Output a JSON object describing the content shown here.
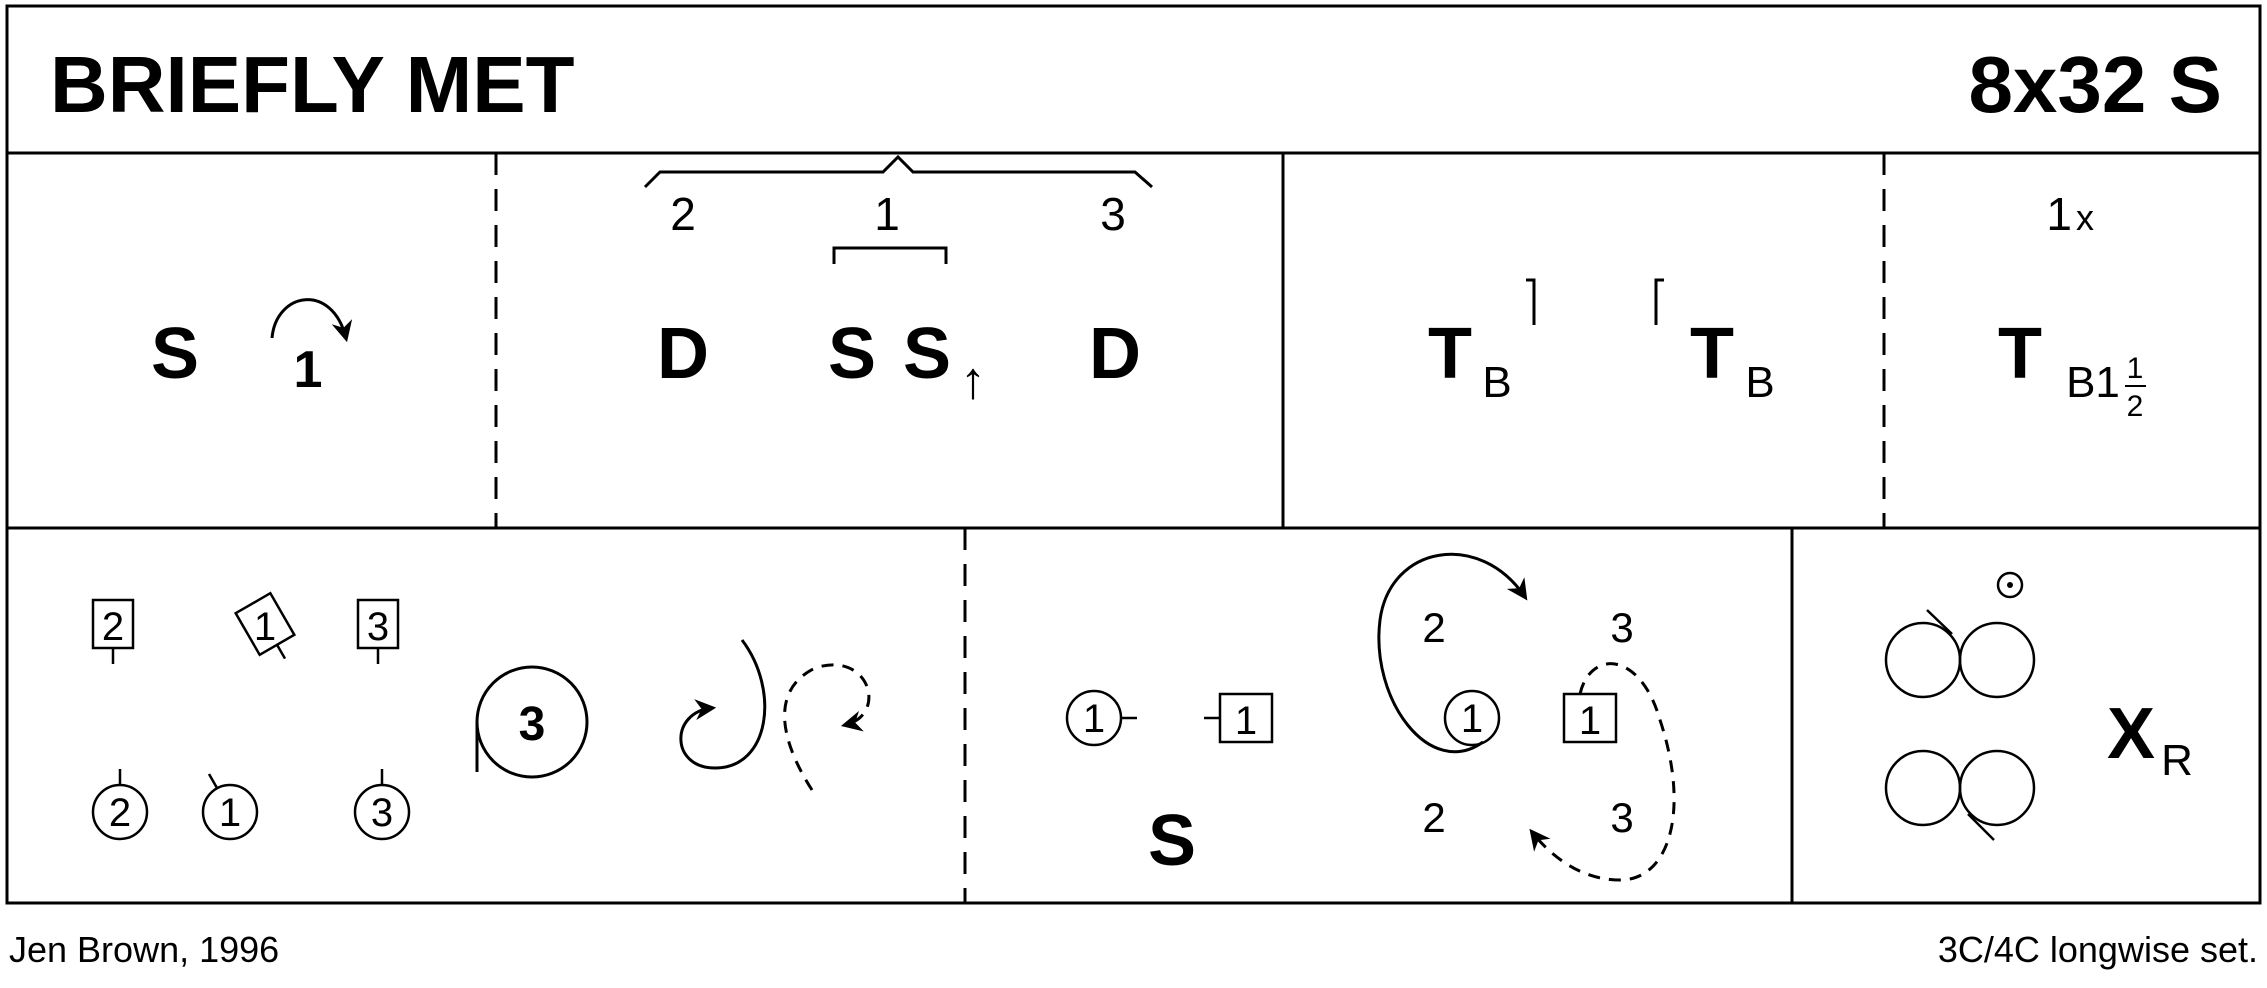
{
  "title": "BRIEFLY MET",
  "format": "8x32 S",
  "footer": {
    "author": "Jen Brown, 1996",
    "set": "3C/4C longwise set."
  },
  "bars_1_8": {
    "s": "S",
    "turn_number": "1"
  },
  "bars_9_16": {
    "pos_2": "2",
    "pos_1": "1",
    "pos_3": "3",
    "d1": "D",
    "s1": "S",
    "s2": "S",
    "up_arrow": "↑",
    "d2": "D"
  },
  "bars_17_24": {
    "t1": "T",
    "t1_sub": "B",
    "t2": "T",
    "t2_sub": "B"
  },
  "bars_25_32": {
    "times": "1",
    "times_x": "x",
    "t": "T",
    "sub": "B1",
    "frac_num": "1",
    "frac_den": "2"
  },
  "diagrams": {
    "a": {
      "c2": "2",
      "c1": "1",
      "c3": "3",
      "r2": "2",
      "r1": "1",
      "r3": "3"
    },
    "b": {
      "big3": "3"
    },
    "c": {
      "l1": "1",
      "r1": "1",
      "s": "S"
    },
    "d": {
      "t2": "2",
      "t3": "3",
      "c1": "1",
      "sq1": "1",
      "b2": "2",
      "b3": "3"
    },
    "e": {
      "x": "X",
      "sub": "R"
    }
  }
}
